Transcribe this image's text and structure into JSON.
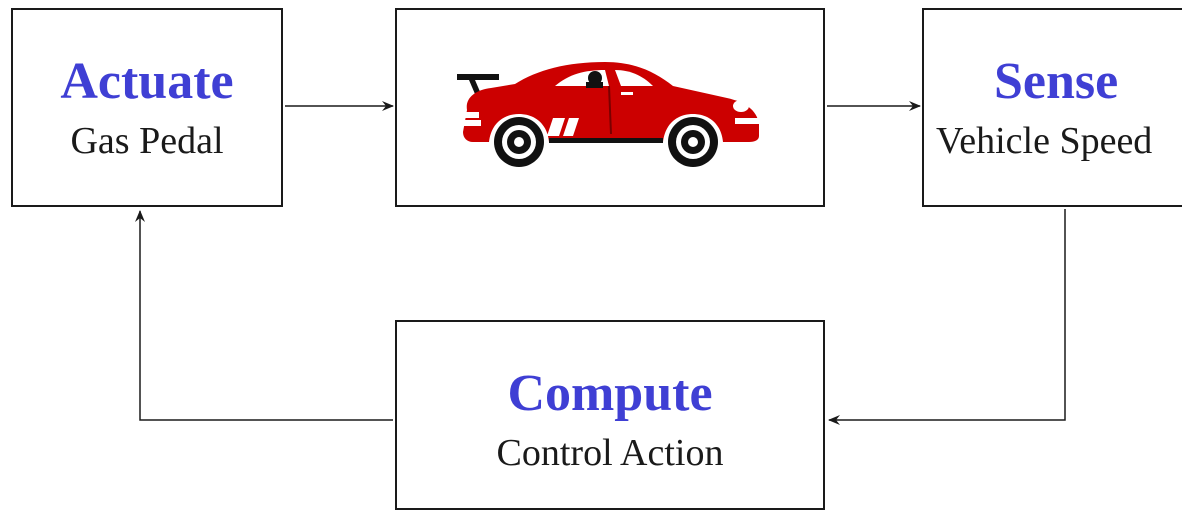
{
  "colors": {
    "accent": "#3f3fd4",
    "car": "#cc0000",
    "line": "#1a1a1a"
  },
  "actuate": {
    "title": "Actuate",
    "subtitle": "Gas Pedal"
  },
  "plant": {
    "icon": "car-icon"
  },
  "sense": {
    "title": "Sense",
    "subtitle": "Vehicle Speed"
  },
  "compute": {
    "title": "Compute",
    "subtitle": "Control Action"
  }
}
